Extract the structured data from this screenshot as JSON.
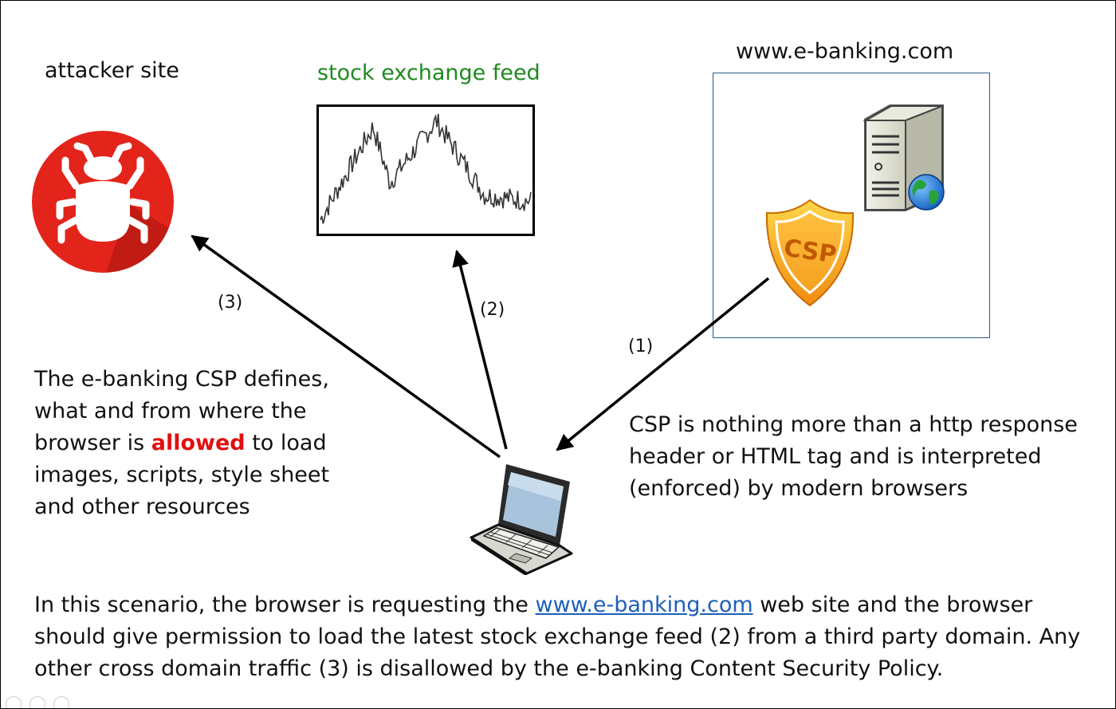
{
  "labels": {
    "attacker": "attacker site",
    "feed": "stock exchange feed",
    "bank": "www.e-banking.com"
  },
  "csp_badge": "CSP",
  "arrows": {
    "a1": "(1)",
    "a2": "(2)",
    "a3": "(3)"
  },
  "left_text": {
    "before": "The e-banking CSP defines, what and from where the browser is ",
    "highlight": "allowed",
    "after": " to load images, scripts, style sheet and other resources"
  },
  "right_text": "CSP is nothing more than a http response header or HTML tag and is interpreted (enforced) by modern browsers",
  "bottom_text": {
    "before": "In this scenario, the browser is requesting the ",
    "link": "www.e-banking.com",
    "after": " web site and the browser should give permission to load the latest stock exchange feed (2) from a third party domain. Any other cross domain traffic (3) is disallowed by the e-banking Content Security Policy."
  },
  "colors": {
    "allowed": "#e01010",
    "link": "#1f5fb8",
    "feed_label": "#1e8a1e",
    "attacker_circle": "#e3241b",
    "bank_box_border": "#2a5a8a"
  }
}
